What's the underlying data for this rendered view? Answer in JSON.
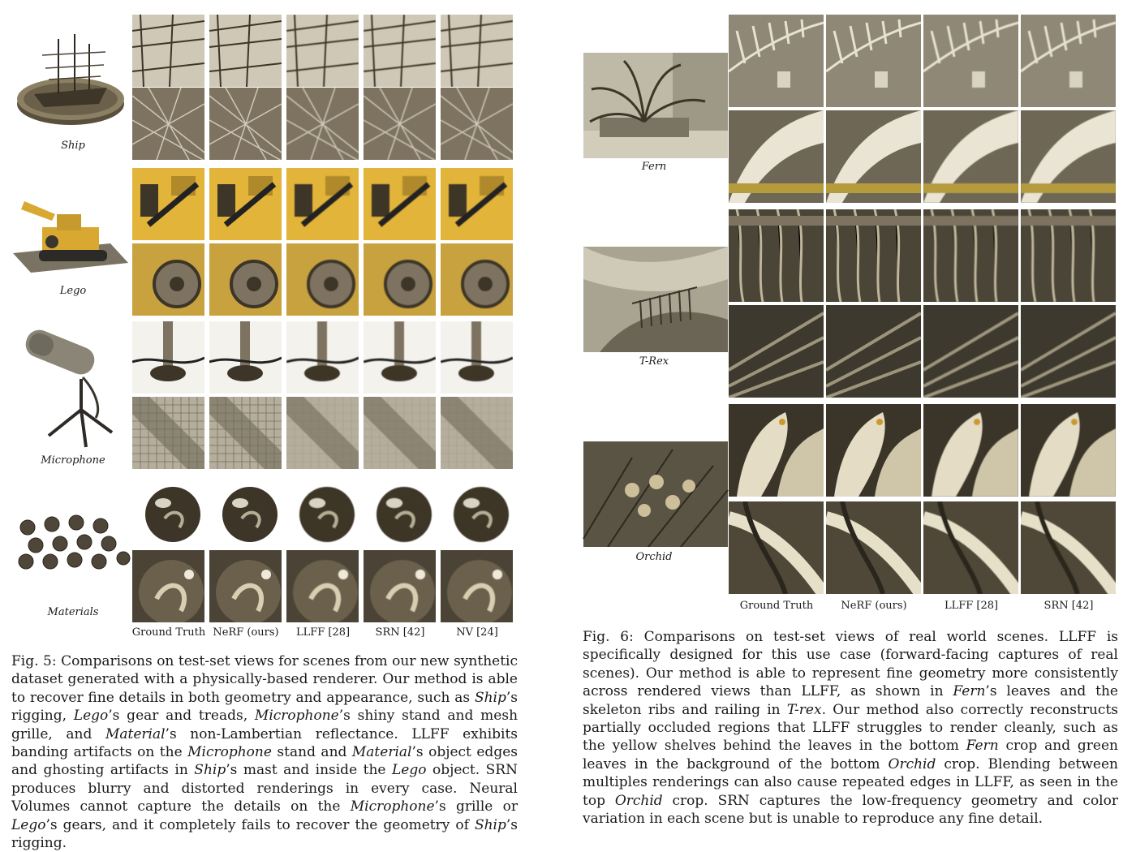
{
  "fig5": {
    "objects": [
      "Ship",
      "Lego",
      "Microphone",
      "Materials"
    ],
    "columns": [
      "Ground Truth",
      "NeRF (ours)",
      "LLFF [28]",
      "SRN [42]",
      "NV [24]"
    ],
    "caption_runs": [
      {
        "t": "Fig. 5: Comparisons on test-set views for scenes from our new synthetic dataset generated with a physically-based renderer. Our method is able to recover fine details in both geometry and appearance, such as ",
        "i": false
      },
      {
        "t": "Ship",
        "i": true
      },
      {
        "t": "’s rigging, ",
        "i": false
      },
      {
        "t": "Lego",
        "i": true
      },
      {
        "t": "’s gear and treads, ",
        "i": false
      },
      {
        "t": "Microphone",
        "i": true
      },
      {
        "t": "’s shiny stand and mesh grille, and ",
        "i": false
      },
      {
        "t": "Material",
        "i": true
      },
      {
        "t": "’s non-Lambertian reflectance. LLFF exhibits banding artifacts on the ",
        "i": false
      },
      {
        "t": "Microphone",
        "i": true
      },
      {
        "t": " stand and ",
        "i": false
      },
      {
        "t": "Material",
        "i": true
      },
      {
        "t": "’s object edges and ghosting artifacts in ",
        "i": false
      },
      {
        "t": "Ship",
        "i": true
      },
      {
        "t": "’s mast and inside the ",
        "i": false
      },
      {
        "t": "Lego",
        "i": true
      },
      {
        "t": " object. SRN produces blurry and distorted renderings in every case. Neural Volumes cannot capture the details on the ",
        "i": false
      },
      {
        "t": "Microphone",
        "i": true
      },
      {
        "t": "’s grille or ",
        "i": false
      },
      {
        "t": "Lego",
        "i": true
      },
      {
        "t": "’s gears, and it completely fails to recover the geometry of ",
        "i": false
      },
      {
        "t": "Ship",
        "i": true
      },
      {
        "t": "’s rigging.",
        "i": false
      }
    ]
  },
  "fig6": {
    "scenes": [
      "Fern",
      "T-Rex",
      "Orchid"
    ],
    "columns": [
      "Ground Truth",
      "NeRF (ours)",
      "LLFF [28]",
      "SRN [42]"
    ],
    "caption_runs": [
      {
        "t": "Fig. 6: Comparisons on test-set views of real world scenes. LLFF is specifically designed for this use case (forward-facing captures of real scenes). Our method is able to represent fine geometry more consistently across rendered views than LLFF, as shown in ",
        "i": false
      },
      {
        "t": "Fern",
        "i": true
      },
      {
        "t": "’s leaves and the skeleton ribs and railing in ",
        "i": false
      },
      {
        "t": "T-rex",
        "i": true
      },
      {
        "t": ". Our method also correctly reconstructs partially occluded regions that LLFF struggles to render cleanly, such as the yellow shelves behind the leaves in the bottom ",
        "i": false
      },
      {
        "t": "Fern",
        "i": true
      },
      {
        "t": " crop and green leaves in the background of the bottom ",
        "i": false
      },
      {
        "t": "Orchid",
        "i": true
      },
      {
        "t": " crop. Blending between multiples renderings can also cause repeated edges in LLFF, as seen in the top ",
        "i": false
      },
      {
        "t": "Orchid",
        "i": true
      },
      {
        "t": " crop. SRN captures the low-frequency geometry and color variation in each scene but is unable to reproduce any fine detail.",
        "i": false
      }
    ]
  },
  "colors": {
    "paper": "#ffffff",
    "ink": "#1a1a1a",
    "sepia_dark": "#3c3528",
    "sepia_mid": "#7d7360",
    "sepia_light": "#cfc8b6",
    "lego_yellow": "#e3b43a"
  }
}
